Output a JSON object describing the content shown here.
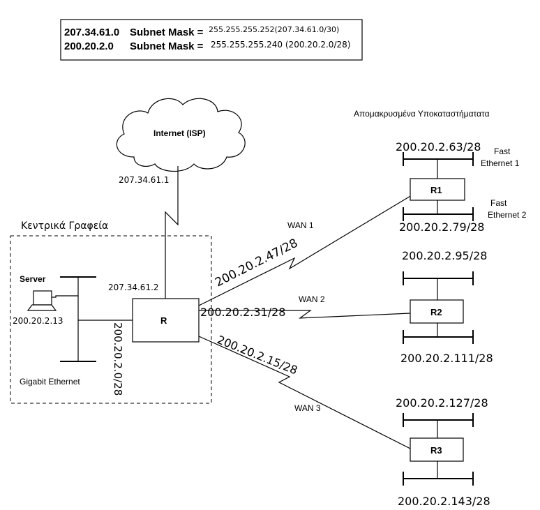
{
  "header_box": {
    "line1_network": "207.34.61.0",
    "line1_label": "Subnet Mask =",
    "line1_value": "255.255.255.252(207.34.61.0/30)",
    "line2_network": "200.20.2.0",
    "line2_label": "Subnet Mask =",
    "line2_value": "255.255.255.240 (200.20.2.0/28)"
  },
  "internet": {
    "label": "Internet (ISP)",
    "link_ip": "207.34.61.1"
  },
  "headquarters": {
    "title": "Κεντρικά Γραφεία",
    "router_label": "R",
    "router_ip": "207.34.61.2",
    "server_label": "Server",
    "server_ip": "200.20.2.13",
    "lan_label": "Gigabit Ethernet",
    "lan_subnet": "200.20.2.0/28"
  },
  "branches_title": "Απομακρυσμένα Υποκαταστήματατα",
  "wan_links": [
    {
      "label": "WAN 1",
      "subnet": "200.20.2.47/28"
    },
    {
      "label": "WAN 2",
      "subnet": "200.20.2.31/28"
    },
    {
      "label": "WAN 3",
      "subnet": "200.20.2.15/28"
    }
  ],
  "branches": [
    {
      "router": "R1",
      "top_subnet": "200.20.2.63/28",
      "bottom_subnet": "200.20.2.79/28",
      "fe1_line1": "Fast",
      "fe1_line2": "Ethernet 1",
      "fe2_line1": "Fast",
      "fe2_line2": "Ethernet 2"
    },
    {
      "router": "R2",
      "top_subnet": "200.20.2.95/28",
      "bottom_subnet": "200.20.2.111/28"
    },
    {
      "router": "R3",
      "top_subnet": "200.20.2.127/28",
      "bottom_subnet": "200.20.2.143/28"
    }
  ]
}
